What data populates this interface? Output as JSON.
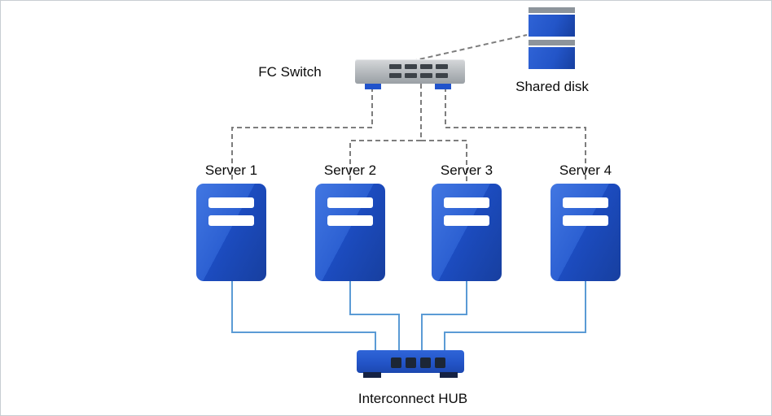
{
  "diagram": {
    "fc_switch": {
      "label": "FC Switch"
    },
    "shared_disk": {
      "label": "Shared disk"
    },
    "servers": [
      {
        "label": "Server 1"
      },
      {
        "label": "Server 2"
      },
      {
        "label": "Server 3"
      },
      {
        "label": "Server 4"
      }
    ],
    "hub": {
      "label": "Interconnect HUB"
    },
    "connections": [
      {
        "from": "FC Switch",
        "to": "Shared disk",
        "style": "dashed"
      },
      {
        "from": "FC Switch",
        "to": "Server 1",
        "style": "dashed"
      },
      {
        "from": "FC Switch",
        "to": "Server 2",
        "style": "dashed"
      },
      {
        "from": "FC Switch",
        "to": "Server 3",
        "style": "dashed"
      },
      {
        "from": "FC Switch",
        "to": "Server 4",
        "style": "dashed"
      },
      {
        "from": "Server 1",
        "to": "Interconnect HUB",
        "style": "solid"
      },
      {
        "from": "Server 2",
        "to": "Interconnect HUB",
        "style": "solid"
      },
      {
        "from": "Server 3",
        "to": "Interconnect HUB",
        "style": "solid"
      },
      {
        "from": "Server 4",
        "to": "Interconnect HUB",
        "style": "solid"
      }
    ],
    "colors": {
      "server_blue": "#2458c8",
      "hub_blue": "#2253c6",
      "switch_gray": "#b4b8bc",
      "disk_gray": "#8d949b",
      "dashed_line": "#7d7d7d",
      "solid_line": "#5b9bd5"
    }
  }
}
